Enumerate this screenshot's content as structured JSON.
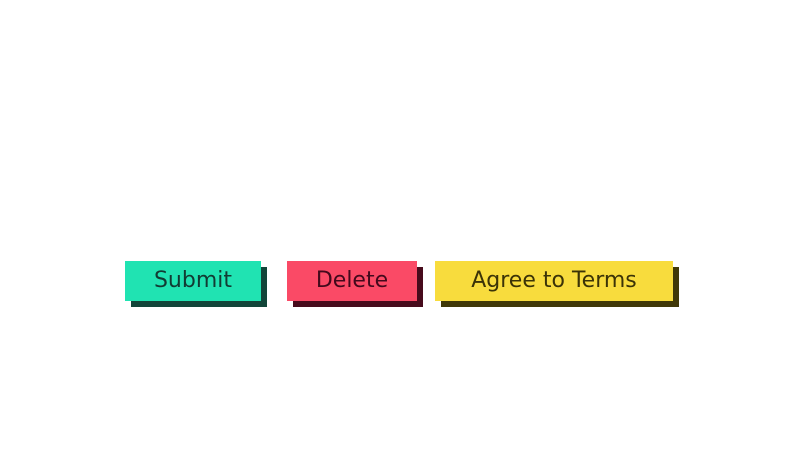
{
  "page": {
    "background_color": "#ffffff"
  },
  "buttons": [
    {
      "label": "Submit",
      "bg_color": "#20e3b2",
      "text_color": "#123b33",
      "shadow_color": "#124539"
    },
    {
      "label": "Delete",
      "bg_color": "#fa4a66",
      "text_color": "#43091c",
      "shadow_color": "#470b1c"
    },
    {
      "label": "Agree to Terms",
      "bg_color": "#f8dc3d",
      "text_color": "#3b3307",
      "shadow_color": "#403808"
    }
  ]
}
